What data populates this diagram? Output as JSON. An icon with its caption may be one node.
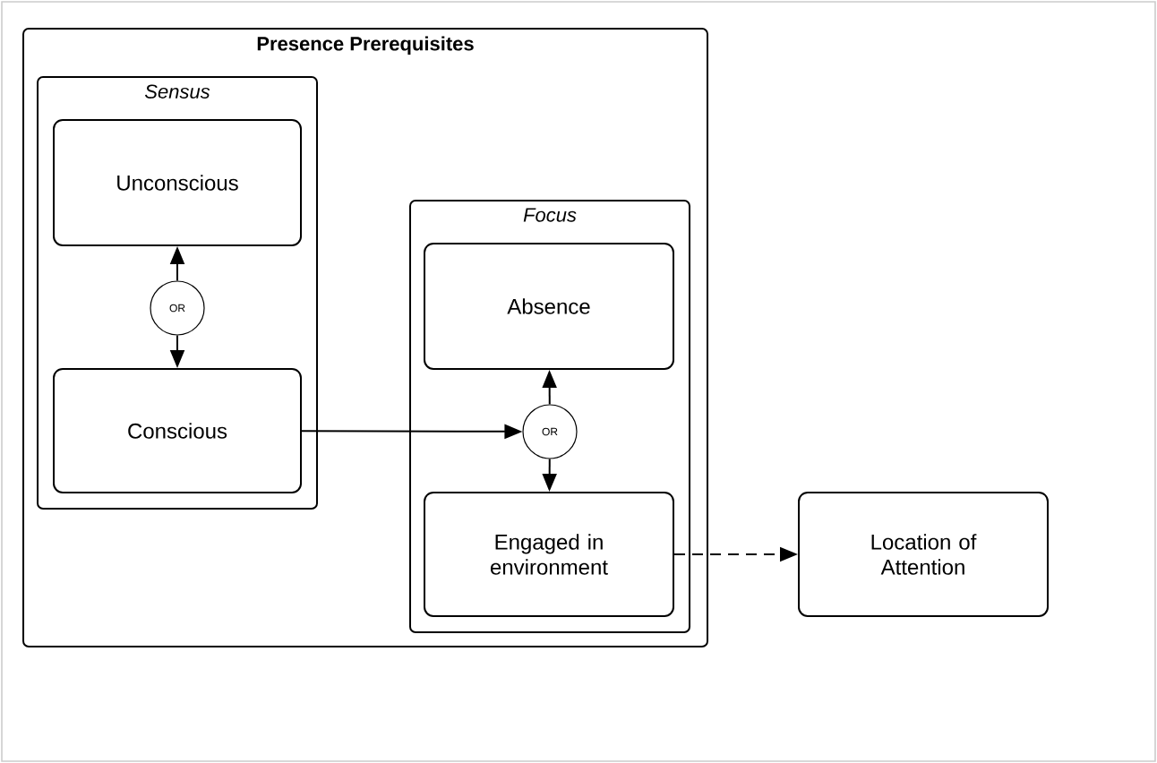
{
  "diagram": {
    "nodes": [
      {
        "text": [
          "Presence Prerequisites"
        ]
      },
      {
        "text": [
          "Sensus"
        ],
        "in": 0
      },
      {
        "text": [
          "Unconscious"
        ],
        "in": 1
      },
      {
        "text": [
          "OR"
        ],
        "in": 1
      },
      {
        "text": [
          "Conscious"
        ],
        "in": 1
      },
      {
        "text": [
          "Focus"
        ],
        "in": 0
      },
      {
        "text": [
          "Absence"
        ],
        "in": 5
      },
      {
        "text": [
          "OR"
        ],
        "in": 5
      },
      {
        "text": [
          "Engaged in environment"
        ],
        "in": 5
      },
      {
        "text": [
          "Location of Attention"
        ]
      }
    ],
    "edges": [
      {
        "from": 3,
        "to": 2,
        "arrow": "to"
      },
      {
        "from": 3,
        "to": 4,
        "arrow": "to"
      },
      {
        "from": 4,
        "to": 7,
        "arrow": "to"
      },
      {
        "from": 7,
        "to": 6,
        "arrow": "to"
      },
      {
        "from": 7,
        "to": 8,
        "arrow": "to"
      },
      {
        "from": 8,
        "to": 9,
        "arrow": "to",
        "style": "dashed"
      }
    ]
  }
}
